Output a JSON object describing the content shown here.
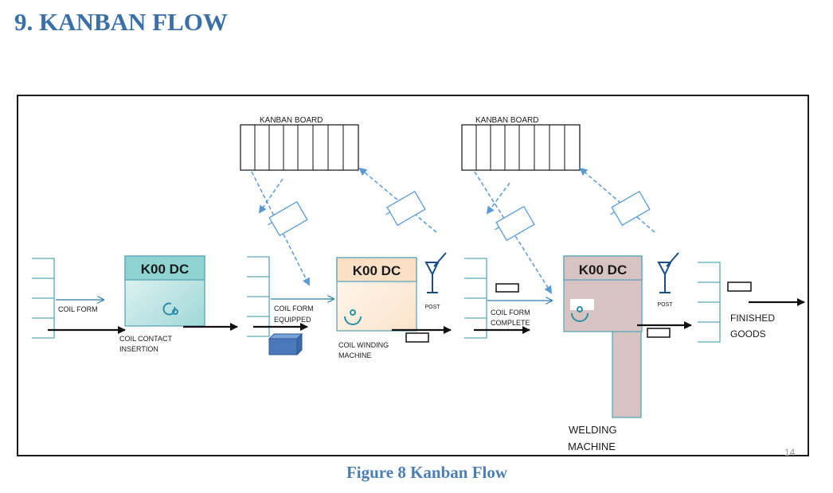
{
  "heading": "9. KANBAN FLOW",
  "caption": "Figure 8 Kanban Flow",
  "page_number": "14",
  "boards": [
    {
      "label": "KANBAN BOARD"
    },
    {
      "label": "KANBAN BOARD"
    }
  ],
  "machines": [
    {
      "code": "K00 DC",
      "name_line1": "COIL CONTACT",
      "name_line2": "INSERTION",
      "color": "#8fd3d3"
    },
    {
      "code": "K00 DC",
      "name_line1": "COIL WINDING",
      "name_line2": "MACHINE",
      "color": "#fbe0c6"
    },
    {
      "code": "K00 DC",
      "name_line1": "WELDING",
      "name_line2": "MACHINE",
      "color": "#d7c3c1"
    }
  ],
  "flow_labels": {
    "coil_form": "COIL FORM",
    "equipped_line1": "COIL FORM",
    "equipped_line2": "EQUIPPED",
    "complete_line1": "COIL FORM",
    "complete_line2": "COMPLETE",
    "finished_line1": "FINISHED",
    "finished_line2": "GOODS"
  },
  "post_label": "POST",
  "colors": {
    "heading": "#3a6fa8",
    "kanban_card": "#5a9bd5",
    "box": "#4a78b8"
  }
}
